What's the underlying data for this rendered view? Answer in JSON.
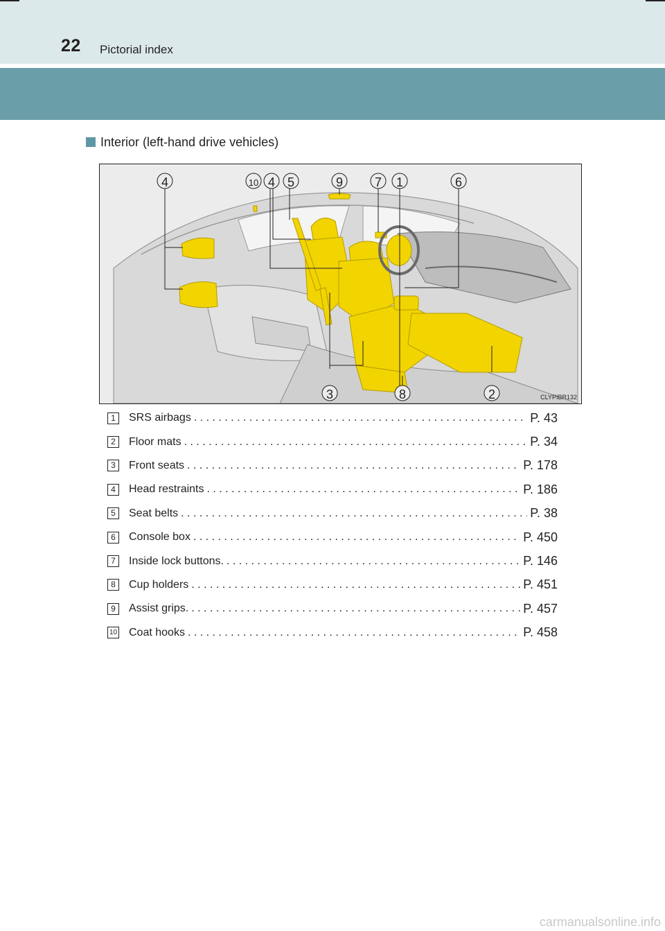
{
  "header": {
    "page_number": "22",
    "title": "Pictorial index"
  },
  "section": {
    "title": "Interior (left-hand drive vehicles)"
  },
  "figure": {
    "code": "CLYPIBR132",
    "callouts": [
      "4",
      "10",
      "4",
      "5",
      "9",
      "7",
      "1",
      "6",
      "3",
      "8",
      "2"
    ]
  },
  "items": [
    {
      "num": "1",
      "label": "SRS airbags",
      "page": "P. 43"
    },
    {
      "num": "2",
      "label": "Floor mats",
      "page": "P. 34"
    },
    {
      "num": "3",
      "label": "Front seats",
      "page": "P. 178"
    },
    {
      "num": "4",
      "label": "Head restraints",
      "page": "P. 186"
    },
    {
      "num": "5",
      "label": "Seat belts",
      "page": "P. 38"
    },
    {
      "num": "6",
      "label": "Console box",
      "page": "P. 450"
    },
    {
      "num": "7",
      "label": "Inside lock buttons.",
      "page": "P. 146"
    },
    {
      "num": "8",
      "label": "Cup holders",
      "page": "P. 451"
    },
    {
      "num": "9",
      "label": "Assist grips.",
      "page": "P. 457"
    },
    {
      "num": "10",
      "label": "Coat hooks",
      "page": "P. 458"
    }
  ],
  "footer": {
    "watermark": "carmanualsonline.info"
  },
  "colors": {
    "header_light": "#dbe9ea",
    "header_band": "#6a9ea8",
    "highlight": "#f2d400"
  }
}
